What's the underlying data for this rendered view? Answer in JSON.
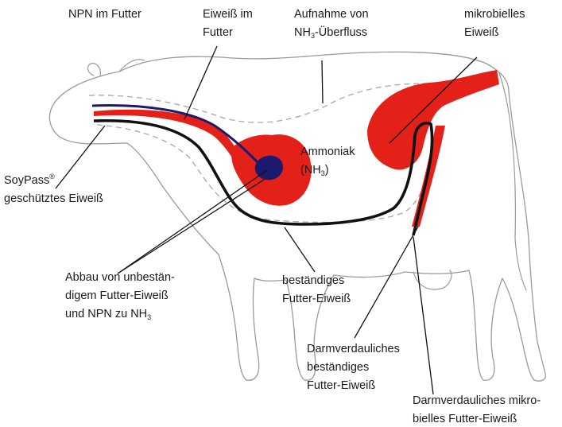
{
  "labels": {
    "npn": "NPN im Futter",
    "eiweiss_futter_1": "Eiweiß im",
    "eiweiss_futter_2": "Futter",
    "aufnahme_1": "Aufnahme von",
    "aufnahme_2_pre": "NH",
    "aufnahme_2_sub": "3",
    "aufnahme_2_post": "-Überfluss",
    "mikrobielles_1": "mikrobielles",
    "mikrobielles_2": "Eiweiß",
    "ammoniak_1": "Ammoniak",
    "ammoniak_2_pre": "(NH",
    "ammoniak_2_sub": "3",
    "ammoniak_2_post": ")",
    "soypass_1": "SoyPass",
    "soypass_reg": "®",
    "soypass_2": "geschütztes Eiweiß",
    "abbau_1": "Abbau von unbestän-",
    "abbau_2": "digem Futter-Eiweiß",
    "abbau_3_pre": "und NPN zu NH",
    "abbau_3_sub": "3",
    "bestaendig_1": "beständiges",
    "bestaendig_2": "Futter-Eiweiß",
    "darm1_1": "Darmverdauliches",
    "darm1_2": "beständiges",
    "darm1_3": "Futter-Eiweiß",
    "darm2_1": "Darmverdauliches mikro-",
    "darm2_2": "bielles Futter-Eiweiß"
  },
  "colors": {
    "digestive_red": "#e32119",
    "pathway_black": "#111111",
    "pathway_blue": "#1c1a6e",
    "outline_grey": "#9a9a9a",
    "dash_grey": "#a8a8a8",
    "leader": "#111111"
  }
}
